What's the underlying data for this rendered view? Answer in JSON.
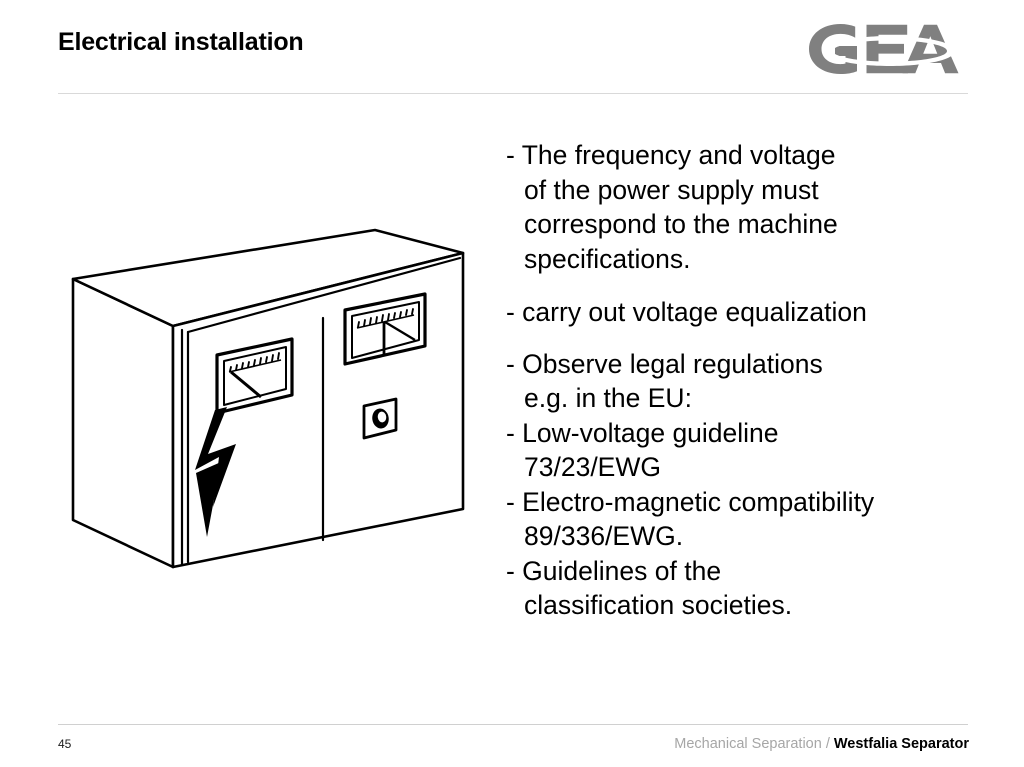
{
  "header": {
    "title": "Electrical installation",
    "logo_text": "GEA",
    "logo_color": "#808080"
  },
  "illustration": {
    "name": "electrical-control-cabinet",
    "description": "Line drawing of a two-door electrical control cabinet with two analog panel meters, a high-voltage lightning bolt warning symbol and a rotary switch",
    "stroke_color": "#000000",
    "fill_color": "#ffffff"
  },
  "bullets": [
    {
      "id": "frequency-voltage",
      "text": "- The frequency and voltage\n of the power supply must\n correspond to the machine\n specifications."
    },
    {
      "id": "voltage-equalization",
      "text": "- carry out voltage equalization"
    },
    {
      "id": "legal-regulations",
      "text": "- Observe legal regulations\n e.g. in the EU:"
    },
    {
      "id": "low-voltage-guideline",
      "text": "- Low-voltage guideline\n  73/23/EWG"
    },
    {
      "id": "emc-compatibility",
      "text": "- Electro-magnetic compatibility\n  89/336/EWG."
    },
    {
      "id": "classification-societies",
      "text": "- Guidelines of the\n classification societies."
    }
  ],
  "footer": {
    "page_number": "45",
    "unit": "Mechanical Separation / ",
    "brand": "Westfalia Separator",
    "unit_color": "#a6a6a6"
  }
}
